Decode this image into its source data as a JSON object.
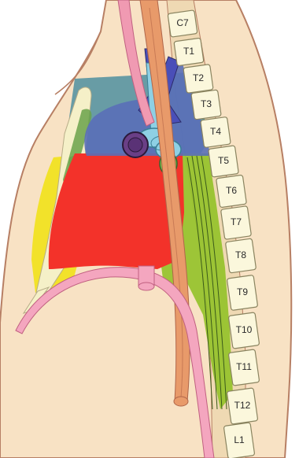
{
  "vertebrae": [
    "C7",
    "T1",
    "T2",
    "T3",
    "T4",
    "T5",
    "T6",
    "T7",
    "T8",
    "T9",
    "T10",
    "T11",
    "T12",
    "L1"
  ],
  "colors": {
    "body": "#f8e2c4",
    "outline": "#b77f64",
    "vertebra": "#fbf7dc",
    "vertebra_outline": "#8a8460",
    "superior_mediastinum": "#4f8fa0",
    "posterior_mediastinum": "#5a7ea8",
    "anterior_mediastinum": "#f2e22a",
    "middle_mediastinum": "#f3322a",
    "posterior_lower": "#95c22a",
    "pink_tube": "#f09ab2",
    "esophagus": "#e89a6a",
    "trachea": "#8ed0e4",
    "aorta": "#6a3f86",
    "great_vessels": "#4a4fb8"
  }
}
